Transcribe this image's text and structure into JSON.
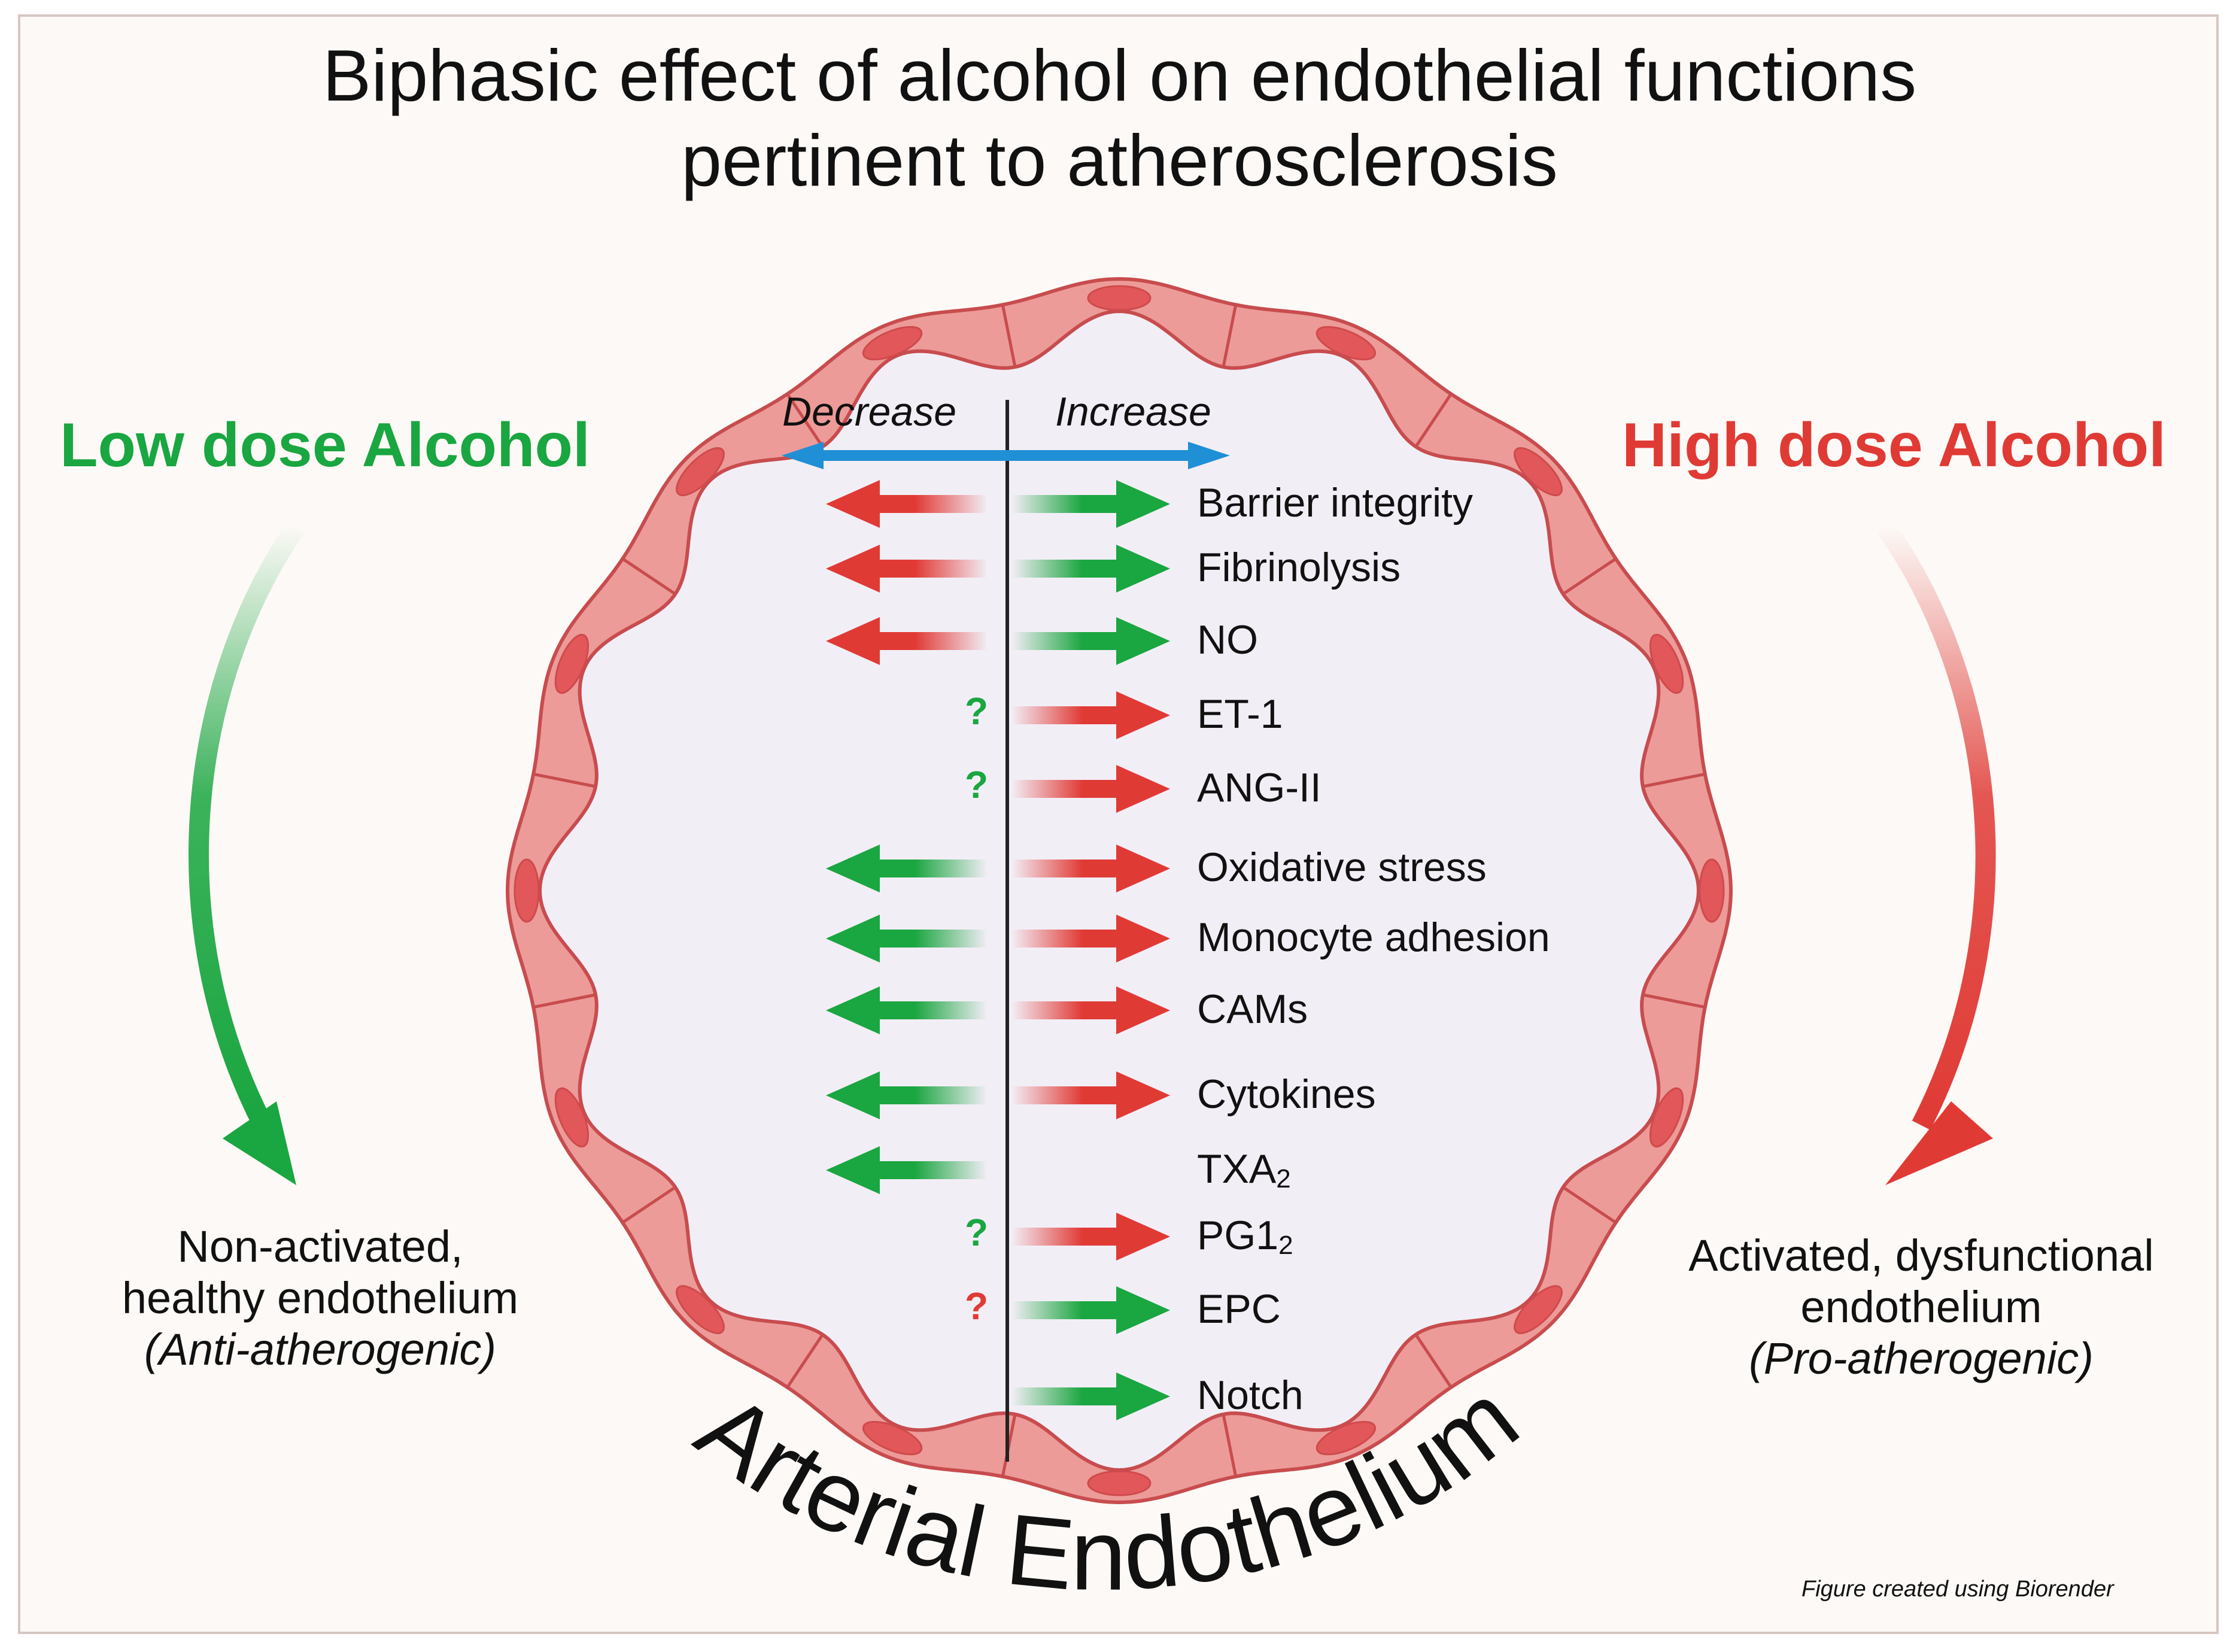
{
  "title_line1": "Biphasic effect of alcohol on endothelial functions",
  "title_line2": "pertinent to atherosclerosis",
  "low_dose": {
    "label": "Low dose Alcohol",
    "color": "#1aa640",
    "caption_line1": "Non-activated,",
    "caption_line2": "healthy endothelium",
    "caption_line3": "(Anti-atherogenic)"
  },
  "high_dose": {
    "label": "High dose Alcohol",
    "color": "#e03a35",
    "caption_line1": "Activated, dysfunctional",
    "caption_line2": "endothelium",
    "caption_line3": "(Pro-atherogenic)"
  },
  "axis": {
    "decrease": "Decrease",
    "increase": "Increase",
    "color": "#1f8fd6"
  },
  "rows": [
    {
      "label": "Barrier integrity",
      "left": "red",
      "right": "green",
      "question": ""
    },
    {
      "label": "Fibrinolysis",
      "left": "red",
      "right": "green",
      "question": ""
    },
    {
      "label": "NO",
      "left": "red",
      "right": "green",
      "question": ""
    },
    {
      "label": "ET-1",
      "left": "none",
      "right": "red",
      "question": "green"
    },
    {
      "label": "ANG-II",
      "left": "none",
      "right": "red",
      "question": "green"
    },
    {
      "label": "Oxidative stress",
      "left": "green",
      "right": "red",
      "question": ""
    },
    {
      "label": "Monocyte adhesion",
      "left": "green",
      "right": "red",
      "question": ""
    },
    {
      "label": "CAMs",
      "left": "green",
      "right": "red",
      "question": ""
    },
    {
      "label": "Cytokines",
      "left": "green",
      "right": "red",
      "question": ""
    },
    {
      "label": "TXA",
      "sub": "2",
      "left": "green",
      "right": "none",
      "question": ""
    },
    {
      "label": "PG1",
      "sub": "2",
      "left": "none",
      "right": "red",
      "question": "green"
    },
    {
      "label": "EPC",
      "left": "none",
      "right": "green",
      "question": "red"
    },
    {
      "label": "Notch",
      "left": "none",
      "right": "green",
      "question": ""
    }
  ],
  "question_mark": "?",
  "vessel_label": "Arterial Endothelium",
  "credit": "Figure created using Biorender",
  "colors": {
    "green": "#1aa640",
    "red": "#e03a35",
    "vessel_wall": "#ec9b98",
    "vessel_edge": "#c84c4e",
    "nucleus": "#e2585a",
    "lumen": "#f2eef6"
  }
}
